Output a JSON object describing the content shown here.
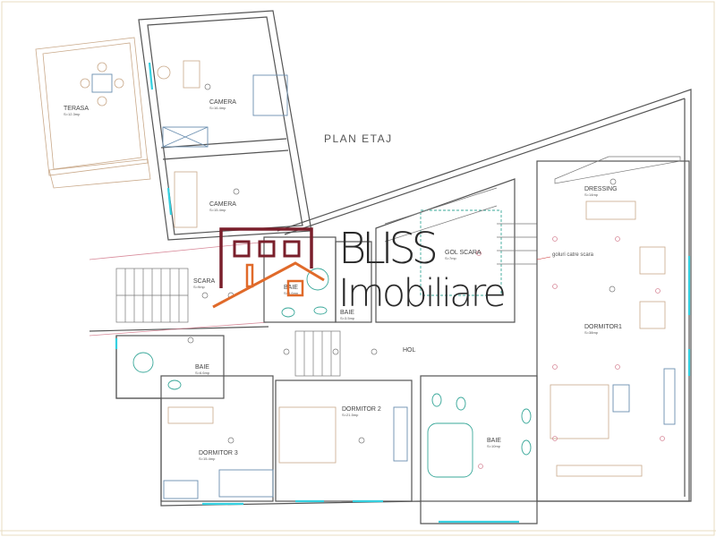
{
  "plan_title": "PLAN ETAJ",
  "logo": {
    "brand": "BLISS",
    "tagline": "Imobiliare",
    "colors": {
      "house": "#7a1f2b",
      "roof": "#e06a2a",
      "text": "#2a2a2a"
    }
  },
  "rooms": [
    {
      "name": "TERASA",
      "area": "S=12.3mp"
    },
    {
      "name": "CAMERA",
      "area": "S=16.4mp"
    },
    {
      "name": "CAMERA",
      "area": "S=15.4mp"
    },
    {
      "name": "SCARA",
      "area": "S=9mp"
    },
    {
      "name": "BAIE",
      "area": "S=5.6mp"
    },
    {
      "name": "BAIE",
      "area": "S=3.5mp"
    },
    {
      "name": "BAIE",
      "area": "S=6.6mp"
    },
    {
      "name": "GOL SCARA",
      "area": "S=7mp"
    },
    {
      "name": "DRESSING",
      "area": "S=14mp"
    },
    {
      "name": "DORMITOR1",
      "area": "S=38mp"
    },
    {
      "name": "HOL",
      "area": ""
    },
    {
      "name": "DORMITOR 2",
      "area": "S=21.5mp"
    },
    {
      "name": "DORMITOR 3",
      "area": "S=15.4mp"
    },
    {
      "name": "BAIE",
      "area": "S=10mp"
    }
  ],
  "annotations": {
    "openings_note": "goluri catre scara"
  },
  "colors": {
    "walls": "#555555",
    "windows": "#35d0e0",
    "furniture": "#c9a98a",
    "sanitary": "#3aa89a"
  }
}
